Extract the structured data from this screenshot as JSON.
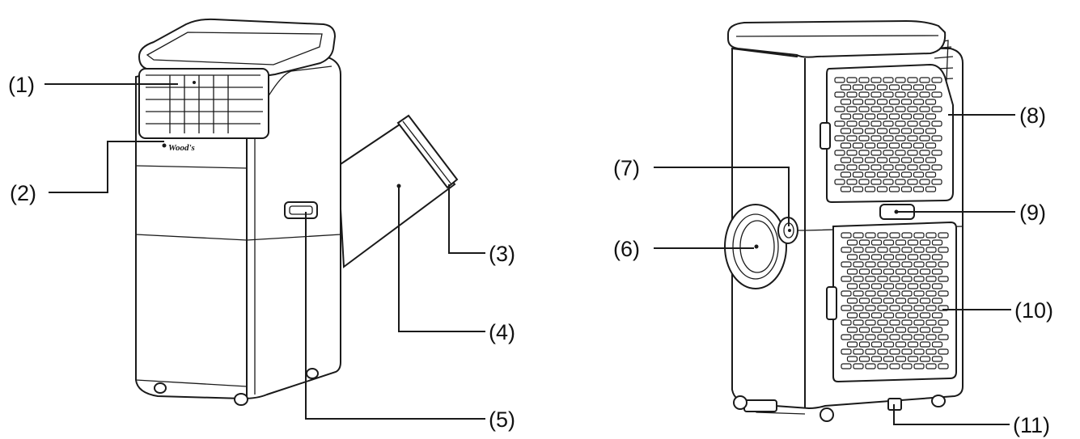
{
  "brand_text": "Wood's",
  "callouts": {
    "c1": "(1)",
    "c2": "(2)",
    "c3": "(3)",
    "c4": "(4)",
    "c5": "(5)",
    "c6": "(6)",
    "c7": "(7)",
    "c8": "(8)",
    "c9": "(9)",
    "c10": "(10)",
    "c11": "(11)"
  },
  "colors": {
    "line": "#1a1a1a",
    "background": "#ffffff"
  }
}
